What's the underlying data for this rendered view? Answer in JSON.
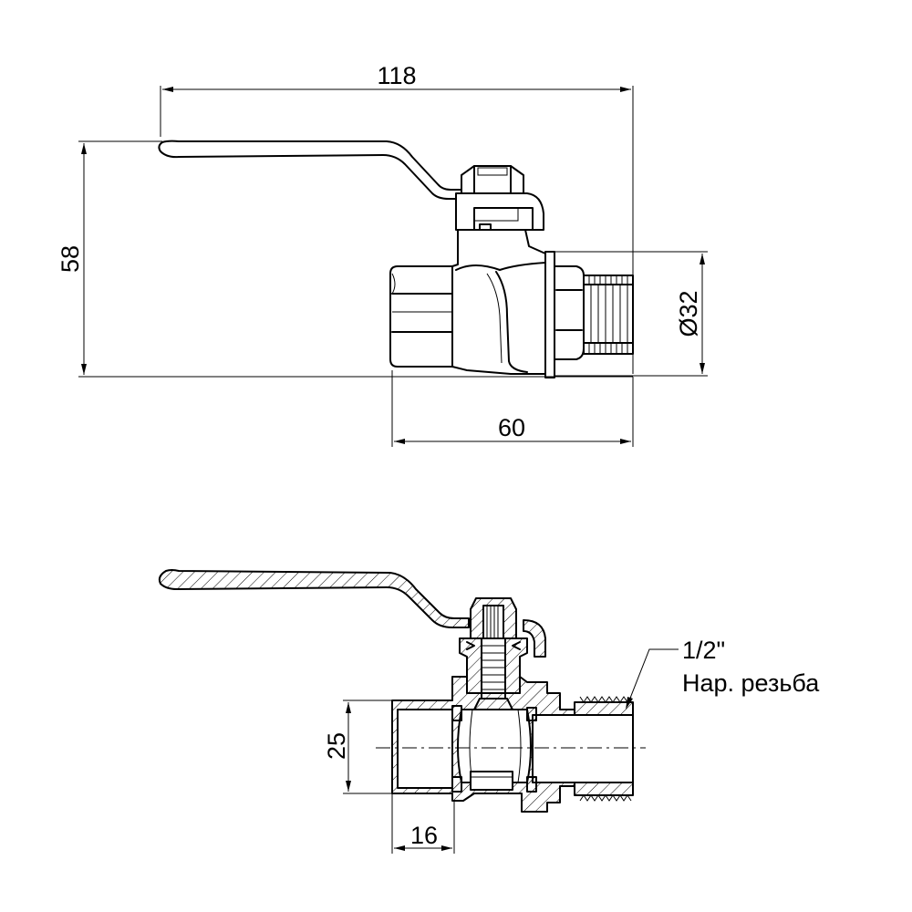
{
  "dimensions": {
    "length_total": "118",
    "height_total": "58",
    "length_body": "60",
    "diameter_nut": "Ø32",
    "inner_diameter": "25",
    "socket_depth": "16"
  },
  "callout": {
    "thread_size": "1/2\"",
    "thread_type": "Нар. резьба"
  }
}
